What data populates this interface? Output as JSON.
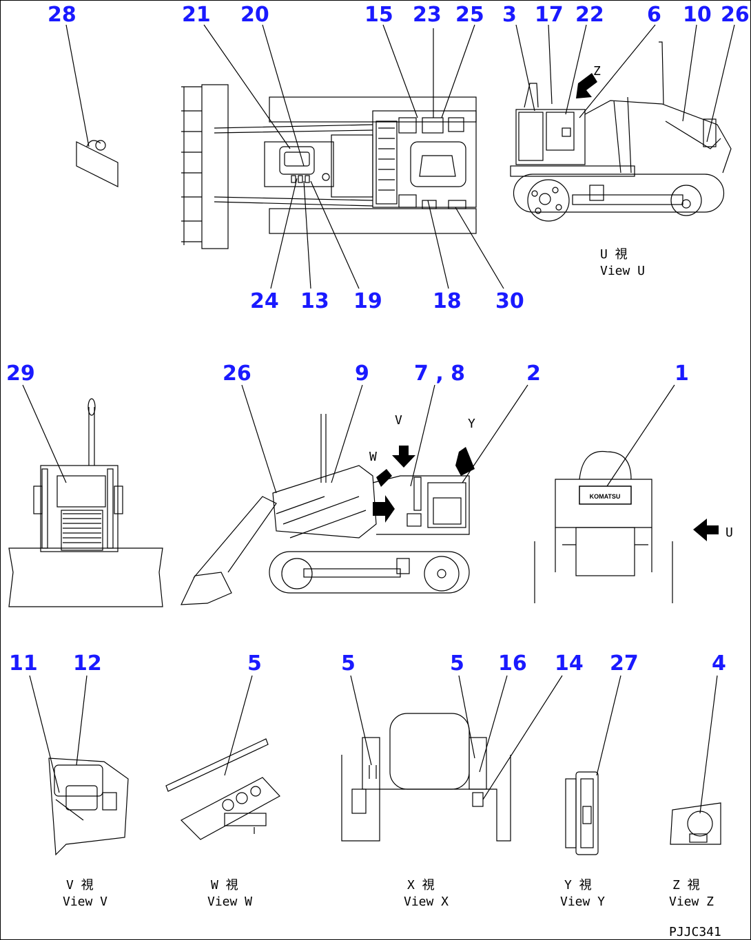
{
  "callouts": {
    "c28": "28",
    "c21": "21",
    "c20": "20",
    "c15": "15",
    "c23": "23",
    "c25": "25",
    "c3": "3",
    "c17": "17",
    "c22": "22",
    "c6": "6",
    "c10": "10",
    "c26a": "26",
    "c24": "24",
    "c13": "13",
    "c19": "19",
    "c18": "18",
    "c30": "30",
    "c29": "29",
    "c26b": "26",
    "c9": "9",
    "c78": "7 , 8",
    "c2": "2",
    "c1": "1",
    "c11": "11",
    "c12": "12",
    "c5a": "5",
    "c5b": "5",
    "c5c": "5",
    "c16": "16",
    "c14": "14",
    "c27": "27",
    "c4": "4"
  },
  "captions": {
    "view_u_jp": "U  視",
    "view_u": "View U",
    "view_v_jp": "V  視",
    "view_v": "View V",
    "view_w_jp": "W  視",
    "view_w": "View W",
    "view_x_jp": "X  視",
    "view_x": "View X",
    "view_y_jp": "Y  視",
    "view_y": "View Y",
    "view_z_jp": "Z  視",
    "view_z": "View Z"
  },
  "arrow_letters": {
    "z": "Z",
    "w": "W",
    "v": "V",
    "y": "Y",
    "u": "U"
  },
  "brand_plate": "KOMATSU",
  "drawing_code": "PJJC341",
  "colors": {
    "callout": "#1a1aff",
    "line": "#000000"
  }
}
